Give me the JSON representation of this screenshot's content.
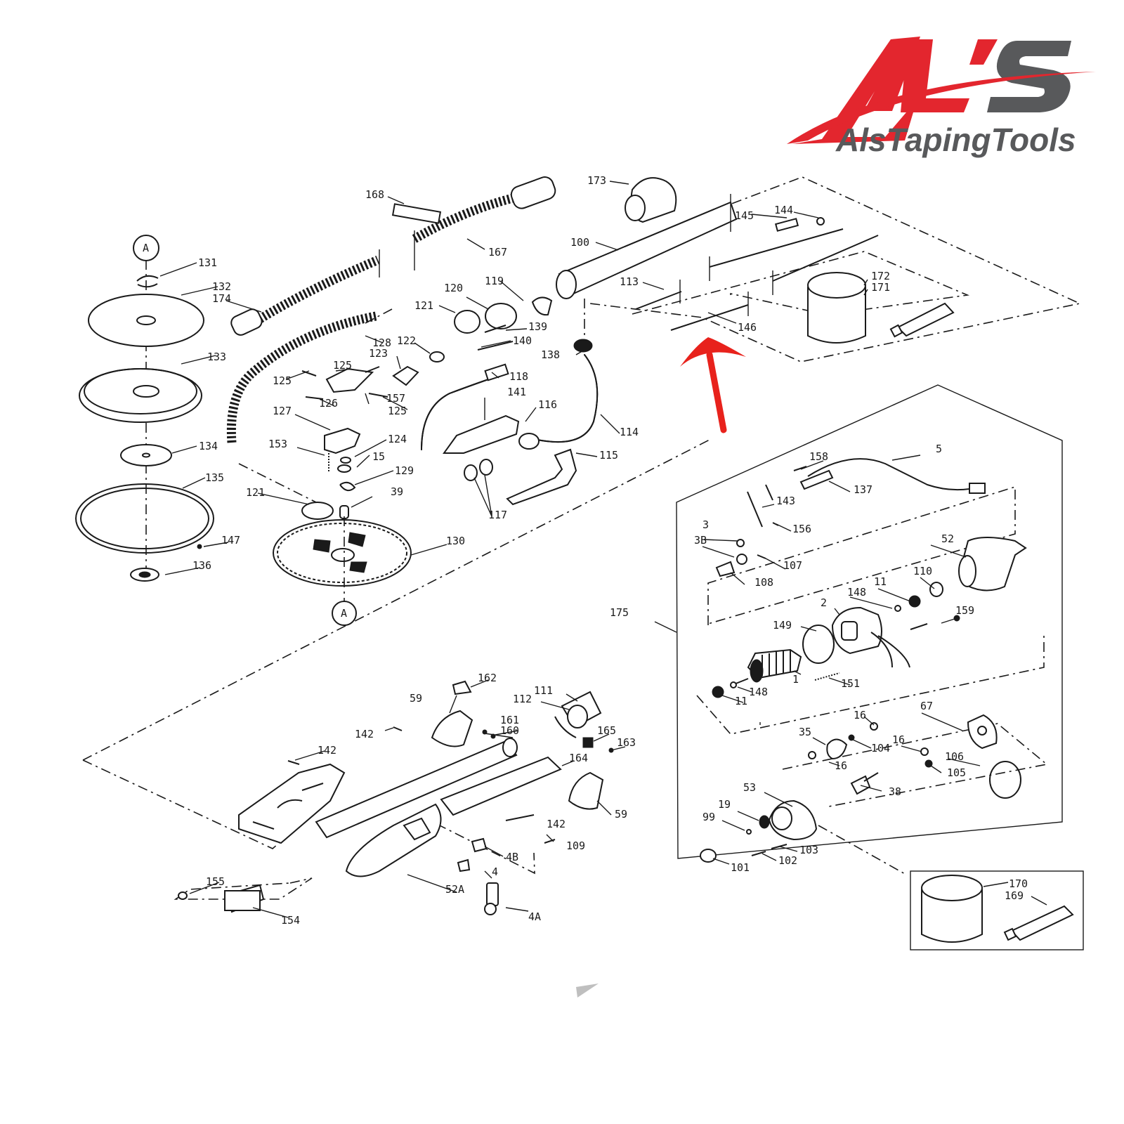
{
  "logo": {
    "mark": "AL'S",
    "wordmark": "AlsTapingTools",
    "colors": {
      "red": "#e3262e",
      "gray": "#58595b"
    }
  },
  "diagram": {
    "labels": [
      {
        "id": "l168",
        "text": "168"
      },
      {
        "id": "l173",
        "text": "173"
      },
      {
        "id": "l145",
        "text": "145"
      },
      {
        "id": "l144",
        "text": "144"
      },
      {
        "id": "l100",
        "text": "100"
      },
      {
        "id": "l167",
        "text": "167"
      },
      {
        "id": "l113",
        "text": "113"
      },
      {
        "id": "l172",
        "text": "172"
      },
      {
        "id": "l171",
        "text": "171"
      },
      {
        "id": "l146",
        "text": "146"
      },
      {
        "id": "l131",
        "text": "131"
      },
      {
        "id": "l132",
        "text": "132"
      },
      {
        "id": "l174",
        "text": "174"
      },
      {
        "id": "l133",
        "text": "133"
      },
      {
        "id": "l134",
        "text": "134"
      },
      {
        "id": "l135",
        "text": "135"
      },
      {
        "id": "l147",
        "text": "147"
      },
      {
        "id": "l136",
        "text": "136"
      },
      {
        "id": "l121a",
        "text": "121"
      },
      {
        "id": "l120",
        "text": "120"
      },
      {
        "id": "l119",
        "text": "119"
      },
      {
        "id": "l139",
        "text": "139"
      },
      {
        "id": "l140",
        "text": "140"
      },
      {
        "id": "l138",
        "text": "138"
      },
      {
        "id": "l128",
        "text": "128"
      },
      {
        "id": "l122",
        "text": "122"
      },
      {
        "id": "l123",
        "text": "123"
      },
      {
        "id": "l125a",
        "text": "125"
      },
      {
        "id": "l125b",
        "text": "125"
      },
      {
        "id": "l126",
        "text": "126"
      },
      {
        "id": "l157",
        "text": "157"
      },
      {
        "id": "l125c",
        "text": "125"
      },
      {
        "id": "l118",
        "text": "118"
      },
      {
        "id": "l141",
        "text": "141"
      },
      {
        "id": "l116",
        "text": "116"
      },
      {
        "id": "l114",
        "text": "114"
      },
      {
        "id": "l127",
        "text": "127"
      },
      {
        "id": "l153",
        "text": "153"
      },
      {
        "id": "l124",
        "text": "124"
      },
      {
        "id": "l15",
        "text": "15"
      },
      {
        "id": "l129",
        "text": "129"
      },
      {
        "id": "l39",
        "text": "39"
      },
      {
        "id": "l121b",
        "text": "121"
      },
      {
        "id": "l130",
        "text": "130"
      },
      {
        "id": "l117",
        "text": "117"
      },
      {
        "id": "l115",
        "text": "115"
      },
      {
        "id": "l158",
        "text": "158"
      },
      {
        "id": "l5",
        "text": "5"
      },
      {
        "id": "l137",
        "text": "137"
      },
      {
        "id": "l143",
        "text": "143"
      },
      {
        "id": "l156",
        "text": "156"
      },
      {
        "id": "l3",
        "text": "3"
      },
      {
        "id": "l3b",
        "text": "3B"
      },
      {
        "id": "l107",
        "text": "107"
      },
      {
        "id": "l108",
        "text": "108"
      },
      {
        "id": "l52",
        "text": "52"
      },
      {
        "id": "l110",
        "text": "110"
      },
      {
        "id": "l11a",
        "text": "11"
      },
      {
        "id": "l148a",
        "text": "148"
      },
      {
        "id": "l2",
        "text": "2"
      },
      {
        "id": "l159",
        "text": "159"
      },
      {
        "id": "l175",
        "text": "175"
      },
      {
        "id": "l149",
        "text": "149"
      },
      {
        "id": "l1",
        "text": "1"
      },
      {
        "id": "l148b",
        "text": "148"
      },
      {
        "id": "l11b",
        "text": "11"
      },
      {
        "id": "l151",
        "text": "151"
      },
      {
        "id": "l162",
        "text": "162"
      },
      {
        "id": "l59a",
        "text": "59"
      },
      {
        "id": "l112",
        "text": "112"
      },
      {
        "id": "l111",
        "text": "111"
      },
      {
        "id": "l142a",
        "text": "142"
      },
      {
        "id": "l161",
        "text": "161"
      },
      {
        "id": "l160",
        "text": "160"
      },
      {
        "id": "l165",
        "text": "165"
      },
      {
        "id": "l163",
        "text": "163"
      },
      {
        "id": "l142b",
        "text": "142"
      },
      {
        "id": "l164",
        "text": "164"
      },
      {
        "id": "l59b",
        "text": "59"
      },
      {
        "id": "l16a",
        "text": "16"
      },
      {
        "id": "l67",
        "text": "67"
      },
      {
        "id": "l35",
        "text": "35"
      },
      {
        "id": "l104",
        "text": "104"
      },
      {
        "id": "l16b",
        "text": "16"
      },
      {
        "id": "l16c",
        "text": "16"
      },
      {
        "id": "l106",
        "text": "106"
      },
      {
        "id": "l105",
        "text": "105"
      },
      {
        "id": "l38",
        "text": "38"
      },
      {
        "id": "l53",
        "text": "53"
      },
      {
        "id": "l19",
        "text": "19"
      },
      {
        "id": "l99",
        "text": "99"
      },
      {
        "id": "l103",
        "text": "103"
      },
      {
        "id": "l102",
        "text": "102"
      },
      {
        "id": "l101",
        "text": "101"
      },
      {
        "id": "l142c",
        "text": "142"
      },
      {
        "id": "l109",
        "text": "109"
      },
      {
        "id": "l4b",
        "text": "4B"
      },
      {
        "id": "l4",
        "text": "4"
      },
      {
        "id": "l4a",
        "text": "4A"
      },
      {
        "id": "l52a",
        "text": "52A"
      },
      {
        "id": "l155",
        "text": "155"
      },
      {
        "id": "l154",
        "text": "154"
      },
      {
        "id": "l170",
        "text": "170"
      },
      {
        "id": "l169",
        "text": "169"
      },
      {
        "id": "lA1",
        "text": "A"
      },
      {
        "id": "lA2",
        "text": "A"
      }
    ],
    "highlight": {
      "target_part": "146",
      "arrow_color": "#e8221c"
    }
  }
}
